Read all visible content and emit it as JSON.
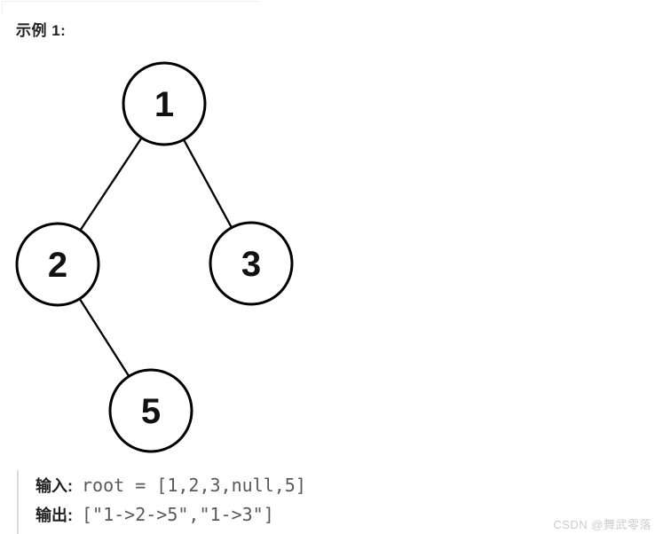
{
  "title": "示例 1:",
  "tree": {
    "nodes": [
      {
        "id": "1",
        "value": "1"
      },
      {
        "id": "2",
        "value": "2"
      },
      {
        "id": "3",
        "value": "3"
      },
      {
        "id": "5",
        "value": "5"
      }
    ],
    "edges": [
      {
        "from": "1",
        "to": "2"
      },
      {
        "from": "1",
        "to": "3"
      },
      {
        "from": "2",
        "to": "5"
      }
    ]
  },
  "io": {
    "input_label": "输入:",
    "input_value": "root = [1,2,3,null,5]",
    "output_label": "输出:",
    "output_value": "[\"1->2->5\",\"1->3\"]"
  },
  "watermark": "CSDN @舞武零落",
  "colors": {
    "node_stroke": "#000000",
    "mono_text": "#595959",
    "label_text": "#1f1f1f",
    "quote_bar": "#dcdcdc",
    "watermark": "#cccccc"
  }
}
